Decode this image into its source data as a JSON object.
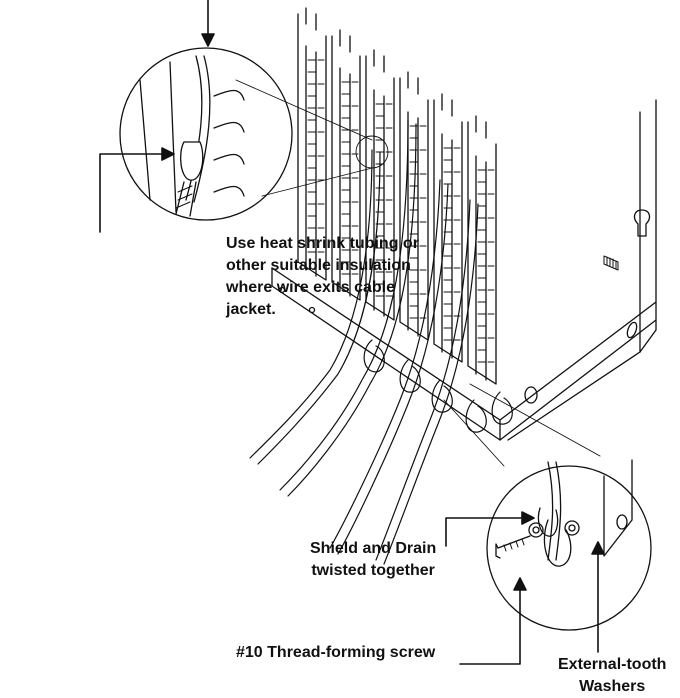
{
  "callouts": {
    "heat_shrink": {
      "lines": [
        "Use heat shrink tubing or",
        "other suitable insulation",
        "where wire exits cable",
        "jacket."
      ]
    },
    "shield_drain": {
      "lines": [
        "Shield and Drain",
        "twisted together"
      ]
    },
    "screw": {
      "lines": [
        "#10 Thread-forming screw"
      ]
    },
    "washers": {
      "lines": [
        "External-tooth",
        "Washers"
      ]
    }
  },
  "style": {
    "ink_color": "#111111",
    "background_color": "#ffffff"
  }
}
